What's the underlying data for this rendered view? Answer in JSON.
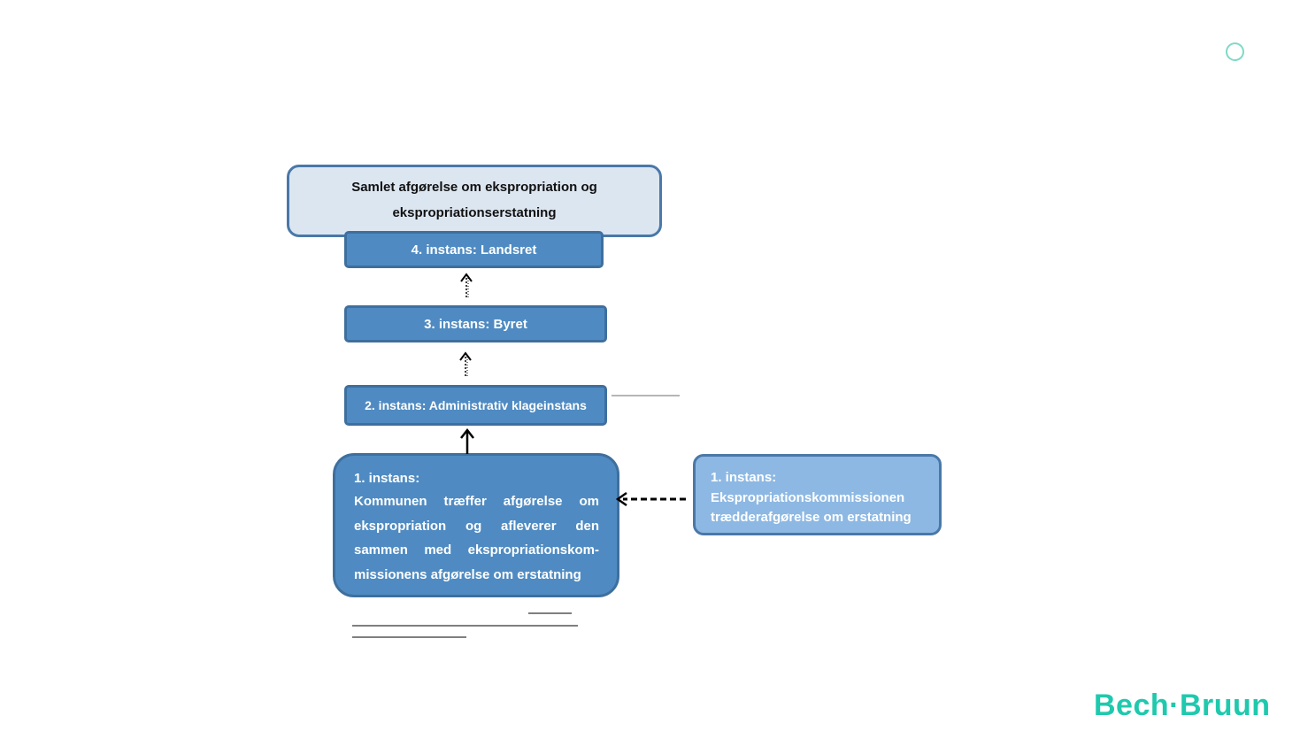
{
  "diagram": {
    "top_box": {
      "line1": "Samlet afgørelse om ekspropriation og",
      "line2": "ekspropriationserstatning"
    },
    "instans4": "4. instans: Landsret",
    "instans3": "3. instans: Byret",
    "instans2": "2. instans: Administrativ klageinstans",
    "instans1": {
      "heading": "1. instans:",
      "text": "Kommunen træffer afgørelse om ekspropriation og afleverer den sammen med ekspropriationskom-missionens afgørelse om erstatning"
    },
    "commission_box": {
      "line1": "1. instans:",
      "line2": "Ekspropriationskommissionen",
      "line3": "trædderafgørelse om erstatning"
    }
  },
  "brand": {
    "logo_text": "Bech·Bruun",
    "accent_color": "#1fc9ad",
    "ring_color": "#7fd9c6"
  },
  "colors": {
    "box_fill": "#4f8bc2",
    "box_border": "#3e6f9e",
    "top_box_fill": "#dce6f1",
    "commission_fill": "#8db8e3"
  }
}
